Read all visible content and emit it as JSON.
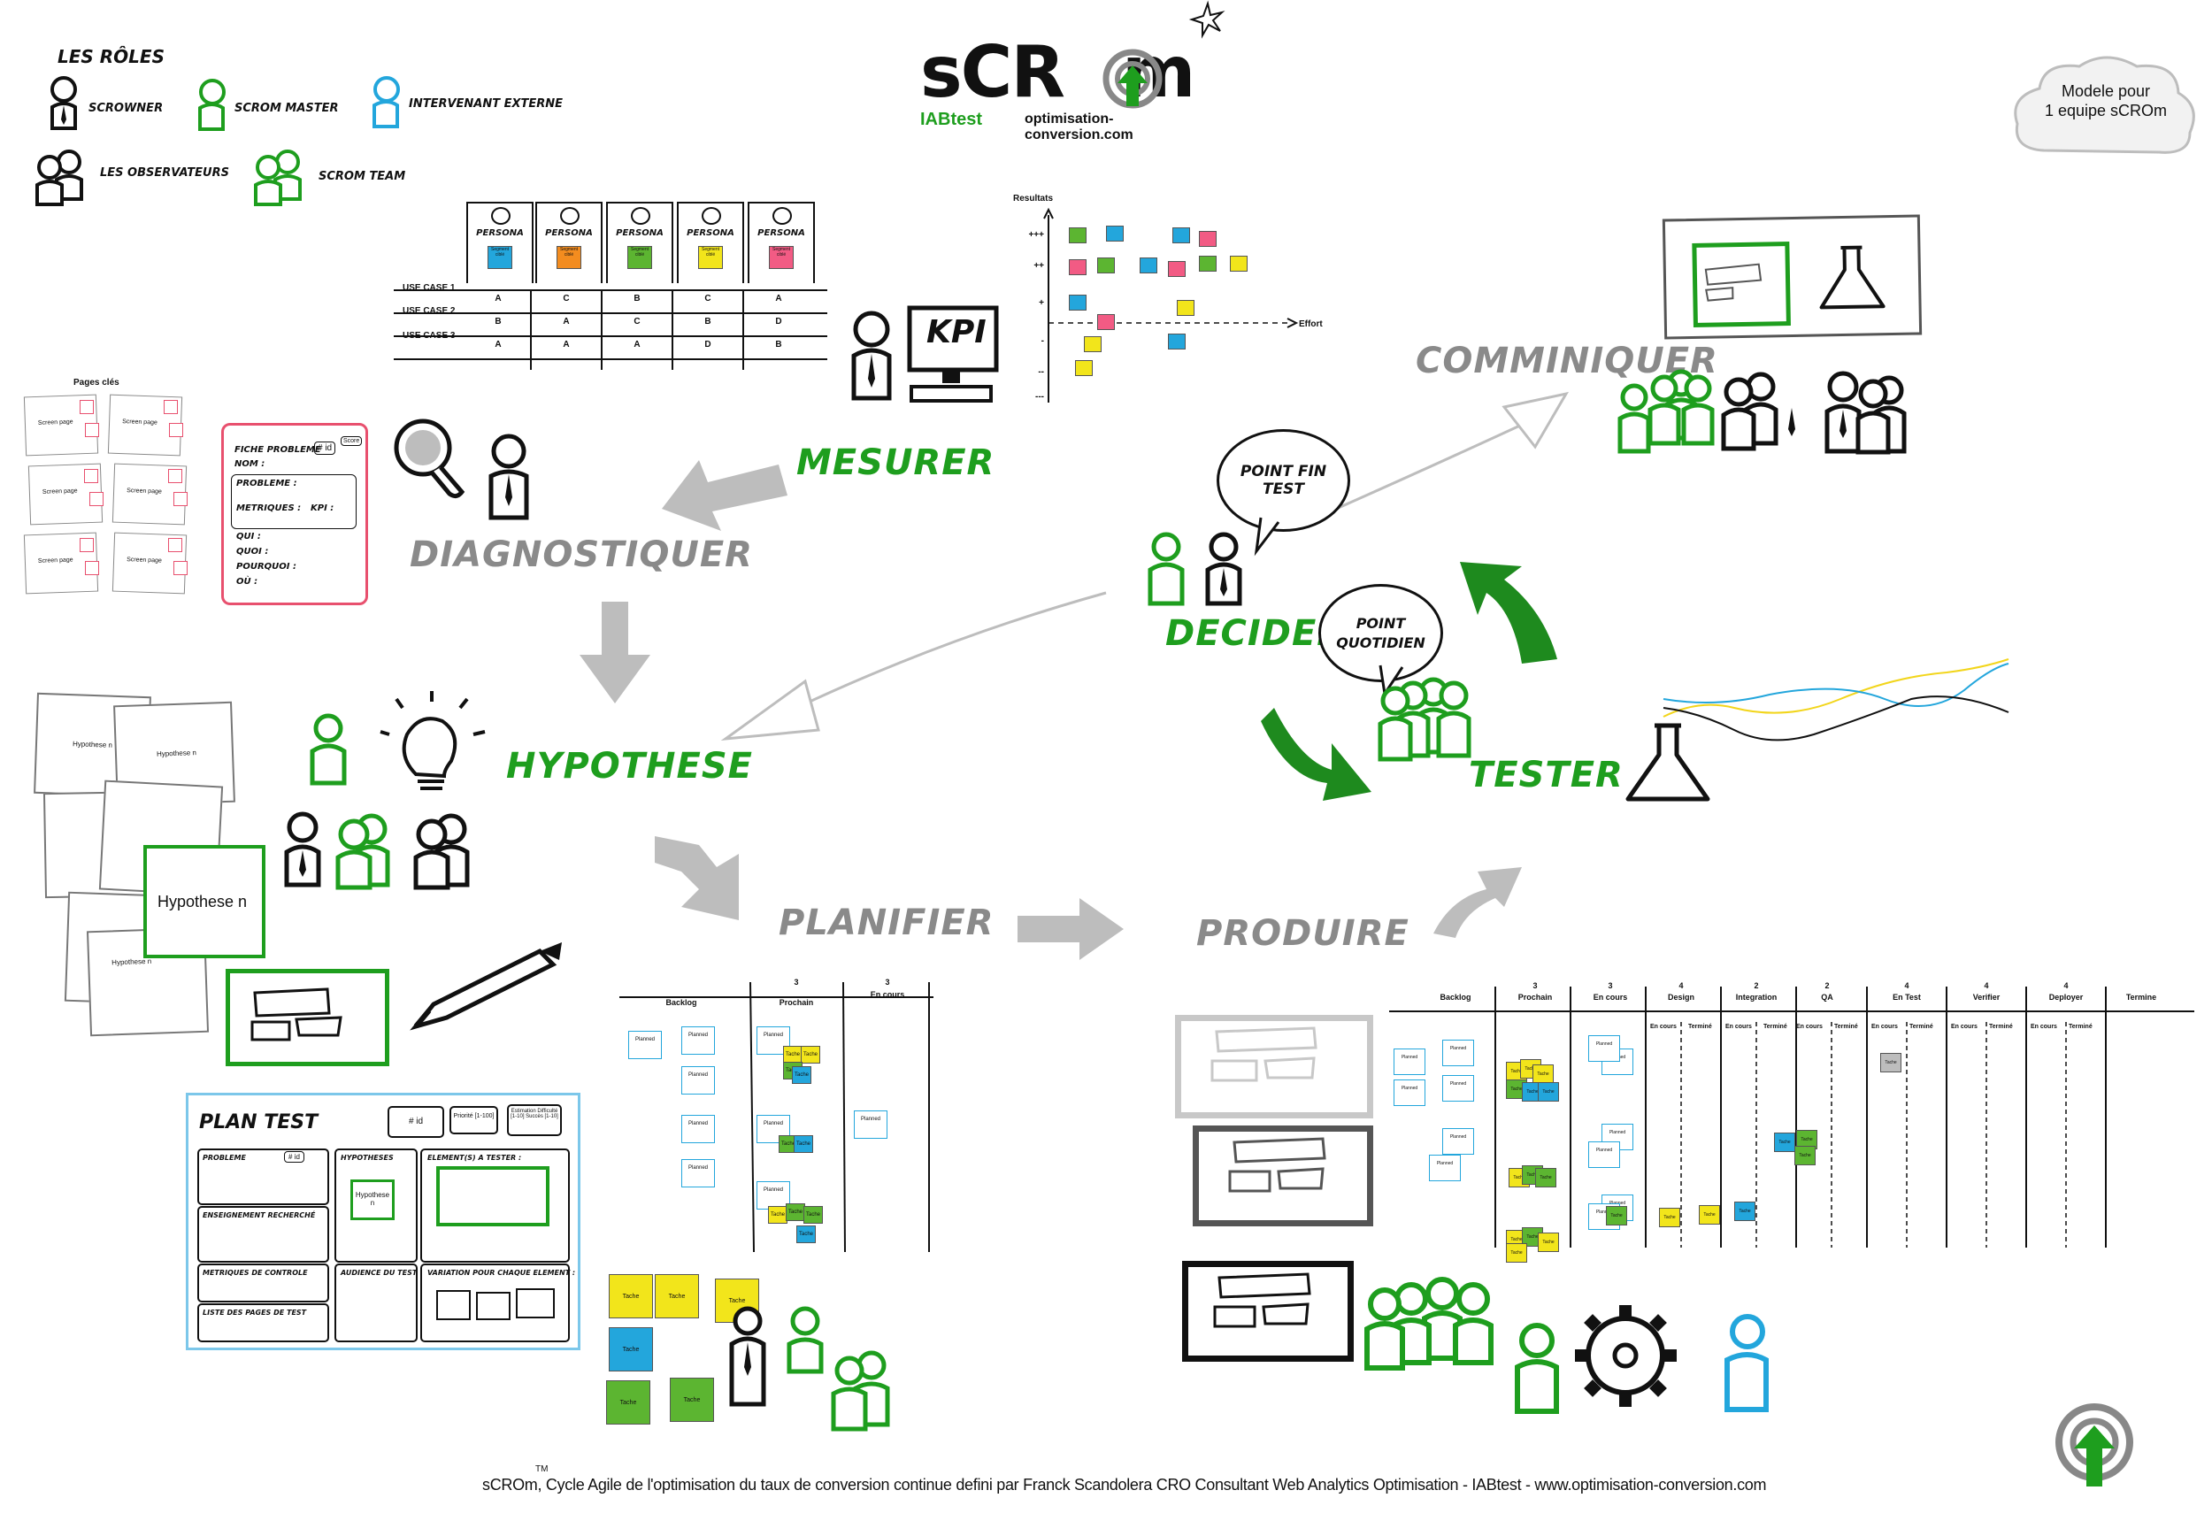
{
  "roles": {
    "title": "LES RÔLES",
    "scrowner": "SCROWNER",
    "scrom_master": "SCROM MASTER",
    "intervenant": "INTERVENANT EXTERNE",
    "observateurs": "LES OBSERVATEURS",
    "scrom_team": "SCROM TEAM"
  },
  "logo": {
    "name": "sCROm",
    "sub_left": "IABtest",
    "sub_right": "optimisation-conversion.com"
  },
  "cloud": {
    "line1": "Modele pour",
    "line2": "1 equipe sCROm"
  },
  "stages": {
    "mesurer": "MESURER",
    "diagnostiquer": "DIAGNOSTIQUER",
    "hypothese": "HYPOTHESE",
    "planifier": "PLANIFIER",
    "produire": "PRODUIRE",
    "tester": "TESTER",
    "decider": "DECIDER",
    "communiquer": "COMMINIQUER"
  },
  "bubbles": {
    "fin_test": "POINT FIN TEST",
    "quotidien_1": "POINT",
    "quotidien_2": "QUOTIDIEN"
  },
  "kpi": "KPI",
  "persona_table": {
    "headers": [
      "PERSONA",
      "PERSONA",
      "PERSONA",
      "PERSONA",
      "PERSONA"
    ],
    "rows": [
      {
        "label": "USE CASE 1",
        "values": [
          "A",
          "C",
          "B",
          "C",
          "A"
        ]
      },
      {
        "label": "USE CASE 2",
        "values": [
          "B",
          "A",
          "C",
          "B",
          "D"
        ]
      },
      {
        "label": "USE CASE 3",
        "values": [
          "A",
          "A",
          "A",
          "D",
          "B"
        ]
      }
    ],
    "segment_label": "Segment ciblé"
  },
  "effort_chart": {
    "y_title": "Resultats",
    "x_title": "Effort",
    "levels": [
      "+++",
      "++",
      "+",
      "-",
      "--",
      "---"
    ]
  },
  "pages_cles": {
    "title": "Pages clés",
    "screen": "Screen page"
  },
  "fiche": {
    "title": "FICHE PROBLEME",
    "nom": "NOM :",
    "id": "# id",
    "score": "Score",
    "probleme": "PROBLEME :",
    "metriques": "METRIQUES :",
    "kpi": "KPI :",
    "qui": "QUI :",
    "quoi": "QUOI :",
    "pourquoi": "POURQUOI :",
    "ou": "OÙ :"
  },
  "hypotheses": {
    "card": "Hypothese n",
    "small": "Hypothese n",
    "small_alt": "Hypothese n"
  },
  "plan_test": {
    "title": "PLAN TEST",
    "id": "# id",
    "priorite": "Priorité [1-100]",
    "estimation": "Estimation Difficulté [1-10] Succès [1-10]",
    "probleme": "PROBLEME",
    "hypotheses": "HYPOTHESES",
    "hypothese_n": "Hypothese n",
    "element": "ELEMENT(S) A TESTER :",
    "enseignement": "ENSEIGNEMENT RECHERCHÉ",
    "metriques": "METRIQUES DE CONTROLE",
    "audience": "AUDIENCE DU TEST",
    "variation": "VARIATION POUR CHAQUE ELEMENT :",
    "liste": "LISTE DES PAGES DE TEST"
  },
  "plan_board": {
    "columns": [
      "Backlog",
      "Prochain",
      "En cours"
    ],
    "limits": [
      "",
      "3",
      "3"
    ],
    "planned": "Planned",
    "tache": "Tache"
  },
  "prod_board": {
    "columns": [
      "Backlog",
      "Prochain",
      "En cours",
      "Design",
      "Integration",
      "QA",
      "En Test",
      "Verifier",
      "Deployer",
      "Termine"
    ],
    "limits": [
      "",
      "3",
      "3",
      "4",
      "2",
      "2",
      "4",
      "4",
      "4",
      ""
    ],
    "sub_left": "En cours",
    "sub_right": "Terminé"
  },
  "footer": "sCROm, Cycle Agile de l'optimisation du taux de conversion continue defini par Franck Scandolera CRO Consultant Web Analytics Optimisation - IABtest - www.optimisation-conversion.com",
  "footer_tm": "TM",
  "colors": {
    "green": "#1e9e1e",
    "gray": "#8a8a8a",
    "blue": "#23a6dc",
    "yellow": "#f2e51b",
    "pink": "#e8506e"
  }
}
